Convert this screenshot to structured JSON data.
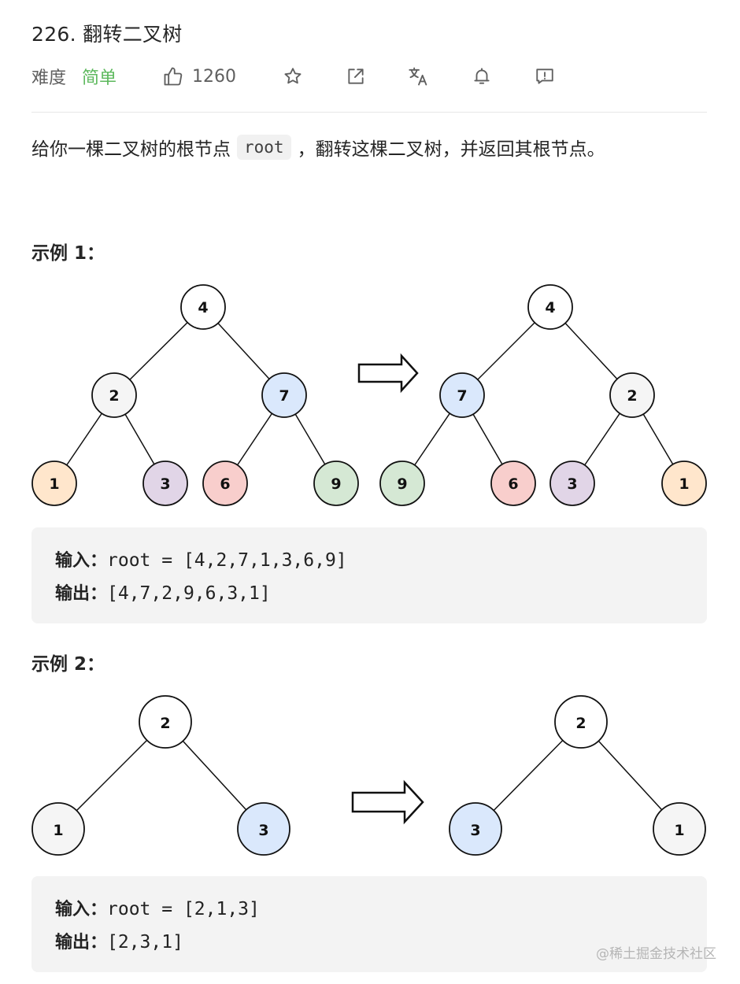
{
  "problem": {
    "title": "226. 翻转二叉树",
    "difficulty_label": "难度",
    "difficulty": "简单",
    "likes": "1260",
    "icons": [
      "thumbs-up-icon",
      "star-icon",
      "share-icon",
      "translate-icon",
      "bell-icon",
      "feedback-icon"
    ],
    "desc_before": "给你一棵二叉树的根节点",
    "desc_code": "root",
    "desc_after": "，翻转这棵二叉树，并返回其根节点。"
  },
  "examples": [
    {
      "title": "示例 1：",
      "input_label": "输入：",
      "input": "root = [4,2,7,1,3,6,9]",
      "output_label": "输出：",
      "output": "[4,7,2,9,6,3,1]",
      "before": [
        "4",
        "2",
        "7",
        "1",
        "3",
        "6",
        "9"
      ],
      "after": [
        "4",
        "7",
        "2",
        "9",
        "6",
        "3",
        "1"
      ]
    },
    {
      "title": "示例 2：",
      "input_label": "输入：",
      "input": "root = [2,1,3]",
      "output_label": "输出：",
      "output": "[2,3,1]",
      "before": [
        "2",
        "1",
        "3"
      ],
      "after": [
        "2",
        "3",
        "1"
      ]
    }
  ],
  "colors": {
    "white": "#ffffff",
    "gray": "#f5f5f5",
    "blue": "#dae8fc",
    "orange": "#ffe6cc",
    "purple": "#e1d5e7",
    "red": "#f8cecc",
    "green": "#d5e8d4",
    "easy": "#5cb85c"
  },
  "watermark": "@稀土掘金技术社区"
}
